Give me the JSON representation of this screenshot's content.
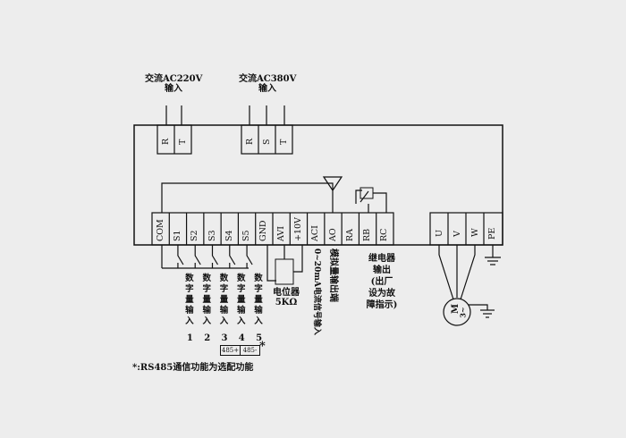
{
  "supply": {
    "ac220": {
      "line1": "交流AC220V",
      "line2": "输入"
    },
    "ac380": {
      "line1": "交流AC380V",
      "line2": "输入"
    }
  },
  "top_terminals": {
    "single_phase": [
      "R",
      "T"
    ],
    "three_phase": [
      "R",
      "S",
      "T"
    ]
  },
  "control_terminals": [
    "COM",
    "S1",
    "S2",
    "S3",
    "S4",
    "S5",
    "GND",
    "AVI",
    "+10V",
    "ACI",
    "AO",
    "RA",
    "RB",
    "RC"
  ],
  "rs485_tags": {
    "s4": "485+",
    "s5": "485-"
  },
  "output_terminals": [
    "U",
    "V",
    "W",
    "PE"
  ],
  "digital_inputs": {
    "caption": "数字量输入",
    "numbers": [
      "1",
      "2",
      "3",
      "4",
      "5"
    ]
  },
  "potentiometer": {
    "line1": "电位器",
    "line2": "5KΩ"
  },
  "aci_label": "0~20mA电流信号输入",
  "ao_label": "模拟量输出端",
  "relay_label": {
    "line1": "继电器",
    "line2": "输出",
    "line3": "(出厂",
    "line4": "设为故",
    "line5": "障指示)"
  },
  "motor": {
    "letter": "M",
    "phases": "3~"
  },
  "footnote": "*:RS485通信功能为选配功能",
  "asterisk": "*"
}
